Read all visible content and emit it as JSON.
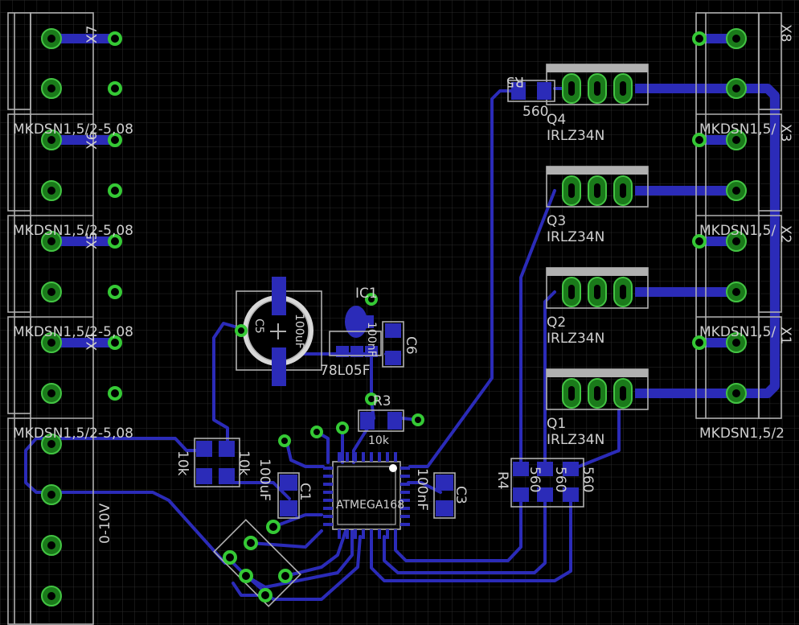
{
  "board": {
    "background": "#000000",
    "grid_color": "#2a2a2a",
    "copper_color": "#2b2bb8",
    "pad_color": "#43c443",
    "silk_color": "#b0b0b0"
  },
  "labels": {
    "x7": "X7",
    "x6": "X6",
    "x5": "X5",
    "x4": "X4",
    "x8": "X8",
    "x3": "X3",
    "x2": "X2",
    "x1": "X1",
    "mkds_left_1": "MKDSN1,5/2-5,08",
    "mkds_left_2": "MKDSN1,5/2-5,08",
    "mkds_left_3": "MKDSN1,5/2-5,08",
    "mkds_left_4": "MKDSN1,5/2-5,08",
    "mkds_right_1": "MKDSN1,5/2",
    "mkds_right_2": "MKDSN1,5/",
    "mkds_right_3": "MKDSN1,5/",
    "mkds_right_4": "MKDSN1,5/",
    "input_range": "0-10V",
    "q4": "Q4",
    "q3": "Q3",
    "q2": "Q2",
    "q1": "Q1",
    "irlz_1": "IRLZ34N",
    "irlz_2": "IRLZ34N",
    "irlz_3": "IRLZ34N",
    "irlz_4": "IRLZ34N",
    "r5": "R5",
    "r5_val": "560",
    "ic1": "IC1",
    "ic1_val": "78L05F",
    "c5": "C5",
    "c5_val": "100uF",
    "c6": "C6",
    "c6_val": "100nF",
    "r3": "R3",
    "r3_val": "10k",
    "r1_val": "10k",
    "r2_val": "10k",
    "c1": "C1",
    "c1_val": "100uF",
    "c3": "C3",
    "c3_val": "100nF",
    "mcu": "ATMEGA168",
    "r4": "R4",
    "r4_val": "560",
    "r6_val": "560",
    "r7_val": "560"
  }
}
